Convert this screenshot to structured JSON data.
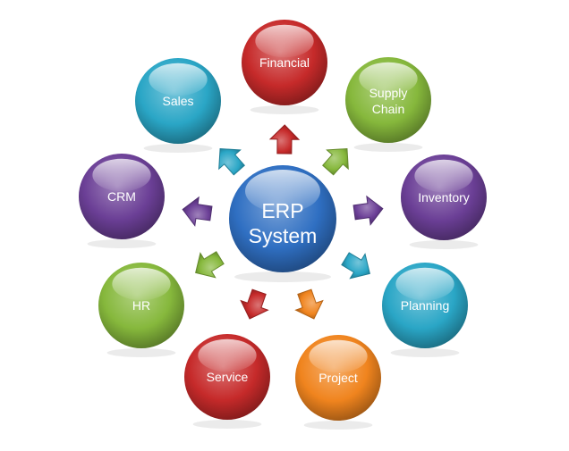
{
  "center": {
    "label_line1": "ERP",
    "label_line2": "System",
    "color": "#2f6fc2"
  },
  "modules": [
    {
      "id": "financial",
      "line1": "Financial",
      "line2": "",
      "color": "#c62a2a"
    },
    {
      "id": "supply-chain",
      "line1": "Supply",
      "line2": "Chain",
      "color": "#86b83c"
    },
    {
      "id": "inventory",
      "line1": "Inventory",
      "line2": "",
      "color": "#6b3f96"
    },
    {
      "id": "planning",
      "line1": "Planning",
      "line2": "",
      "color": "#2aa6c6"
    },
    {
      "id": "project",
      "line1": "Project",
      "line2": "",
      "color": "#f0841e"
    },
    {
      "id": "service",
      "line1": "Service",
      "line2": "",
      "color": "#c62a2a"
    },
    {
      "id": "hr",
      "line1": "HR",
      "line2": "",
      "color": "#86b83c"
    },
    {
      "id": "crm",
      "line1": "CRM",
      "line2": "",
      "color": "#6b3f96"
    },
    {
      "id": "sales",
      "line1": "Sales",
      "line2": "",
      "color": "#2aa6c6"
    }
  ]
}
